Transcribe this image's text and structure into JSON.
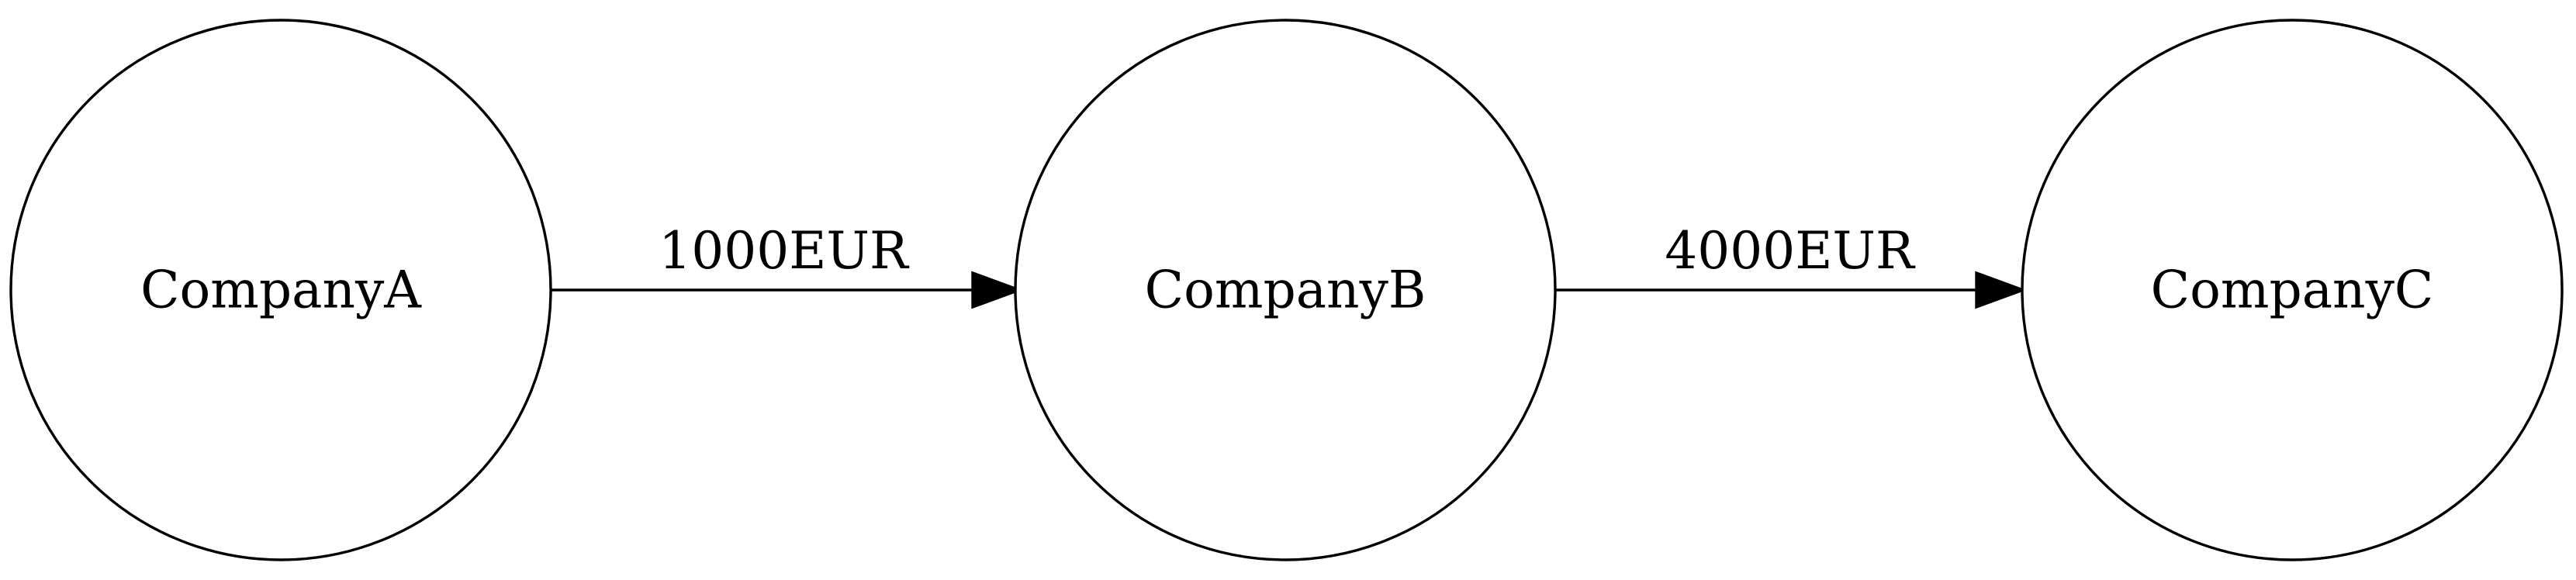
{
  "nodes": [
    {
      "id": "companyA",
      "label": "CompanyA"
    },
    {
      "id": "companyB",
      "label": "CompanyB"
    },
    {
      "id": "companyC",
      "label": "CompanyC"
    }
  ],
  "edges": [
    {
      "from": "companyA",
      "to": "companyB",
      "label": "1000EUR"
    },
    {
      "from": "companyB",
      "to": "companyC",
      "label": "4000EUR"
    }
  ],
  "colors": {
    "stroke": "#000000",
    "background": "#ffffff"
  }
}
